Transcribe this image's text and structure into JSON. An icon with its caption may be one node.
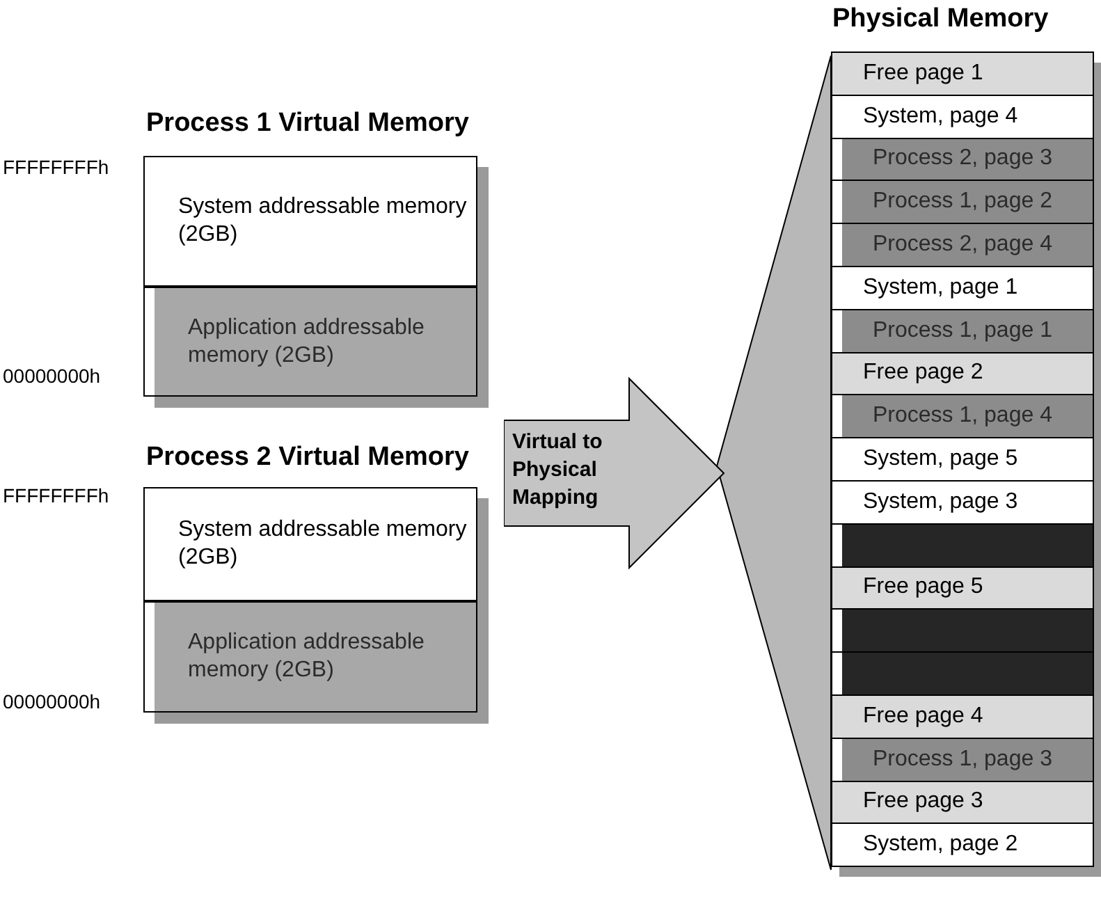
{
  "diagram": {
    "nodes": [
      {
        "text": [
          "Process 1 Virtual Memory"
        ]
      },
      {
        "text": [
          "System addressable memory (2GB)"
        ],
        "in": 0
      },
      {
        "text": [
          "Application addressable memory (2GB)"
        ],
        "in": 0
      },
      {
        "text": [
          "Process 2 Virtual Memory"
        ]
      },
      {
        "text": [
          "System addressable memory (2GB)"
        ],
        "in": 3
      },
      {
        "text": [
          "Application addressable memory (2GB)"
        ],
        "in": 3
      },
      {
        "text": [
          "Virtual to Physical Mapping"
        ]
      },
      {
        "text": [
          "Physical Memory"
        ]
      },
      {
        "text": [
          "Free page 1"
        ],
        "in": 7
      },
      {
        "text": [
          "System, page 4"
        ],
        "in": 7
      },
      {
        "text": [
          "Process 2, page 3"
        ],
        "in": 7
      },
      {
        "text": [
          "Process 1, page 2"
        ],
        "in": 7
      },
      {
        "text": [
          "Process 2, page 4"
        ],
        "in": 7
      },
      {
        "text": [
          "System, page 1"
        ],
        "in": 7
      },
      {
        "text": [
          "Process 1, page 1"
        ],
        "in": 7
      },
      {
        "text": [
          "Free page 2"
        ],
        "in": 7
      },
      {
        "text": [
          "Process 1, page 4"
        ],
        "in": 7
      },
      {
        "text": [
          "System, page 5"
        ],
        "in": 7
      },
      {
        "text": [
          "System, page 3"
        ],
        "in": 7
      },
      {
        "text": [],
        "shape": "box",
        "in": 7
      },
      {
        "text": [
          "Free page 5"
        ],
        "in": 7
      },
      {
        "text": [],
        "shape": "box",
        "in": 7
      },
      {
        "text": [],
        "shape": "box",
        "in": 7
      },
      {
        "text": [
          "Free page 4"
        ],
        "in": 7
      },
      {
        "text": [
          "Process 1, page 3"
        ],
        "in": 7
      },
      {
        "text": [
          "Free page 3"
        ],
        "in": 7
      },
      {
        "text": [
          "System, page 2"
        ],
        "in": 7
      }
    ],
    "labels": [
      "FFFFFFFFh",
      "00000000h",
      "FFFFFFFFh",
      "00000000h"
    ]
  }
}
